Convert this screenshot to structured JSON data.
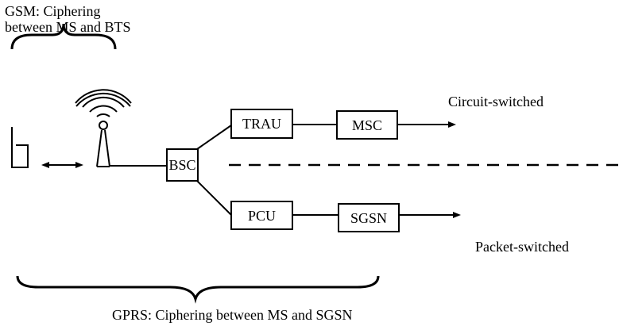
{
  "labels": {
    "gsm_title_line1": "GSM: Ciphering",
    "gsm_title_line2": "between MS and BTS",
    "circuit_switched": "Circuit-switched",
    "packet_switched": "Packet-switched",
    "gprs_title": "GPRS: Ciphering between MS and SGSN"
  },
  "nodes": {
    "bsc": "BSC",
    "trau": "TRAU",
    "msc": "MSC",
    "pcu": "PCU",
    "sgsn": "SGSN"
  },
  "icons": {
    "mobile_station": "mobile-phone-icon",
    "base_station": "antenna-tower-icon"
  }
}
